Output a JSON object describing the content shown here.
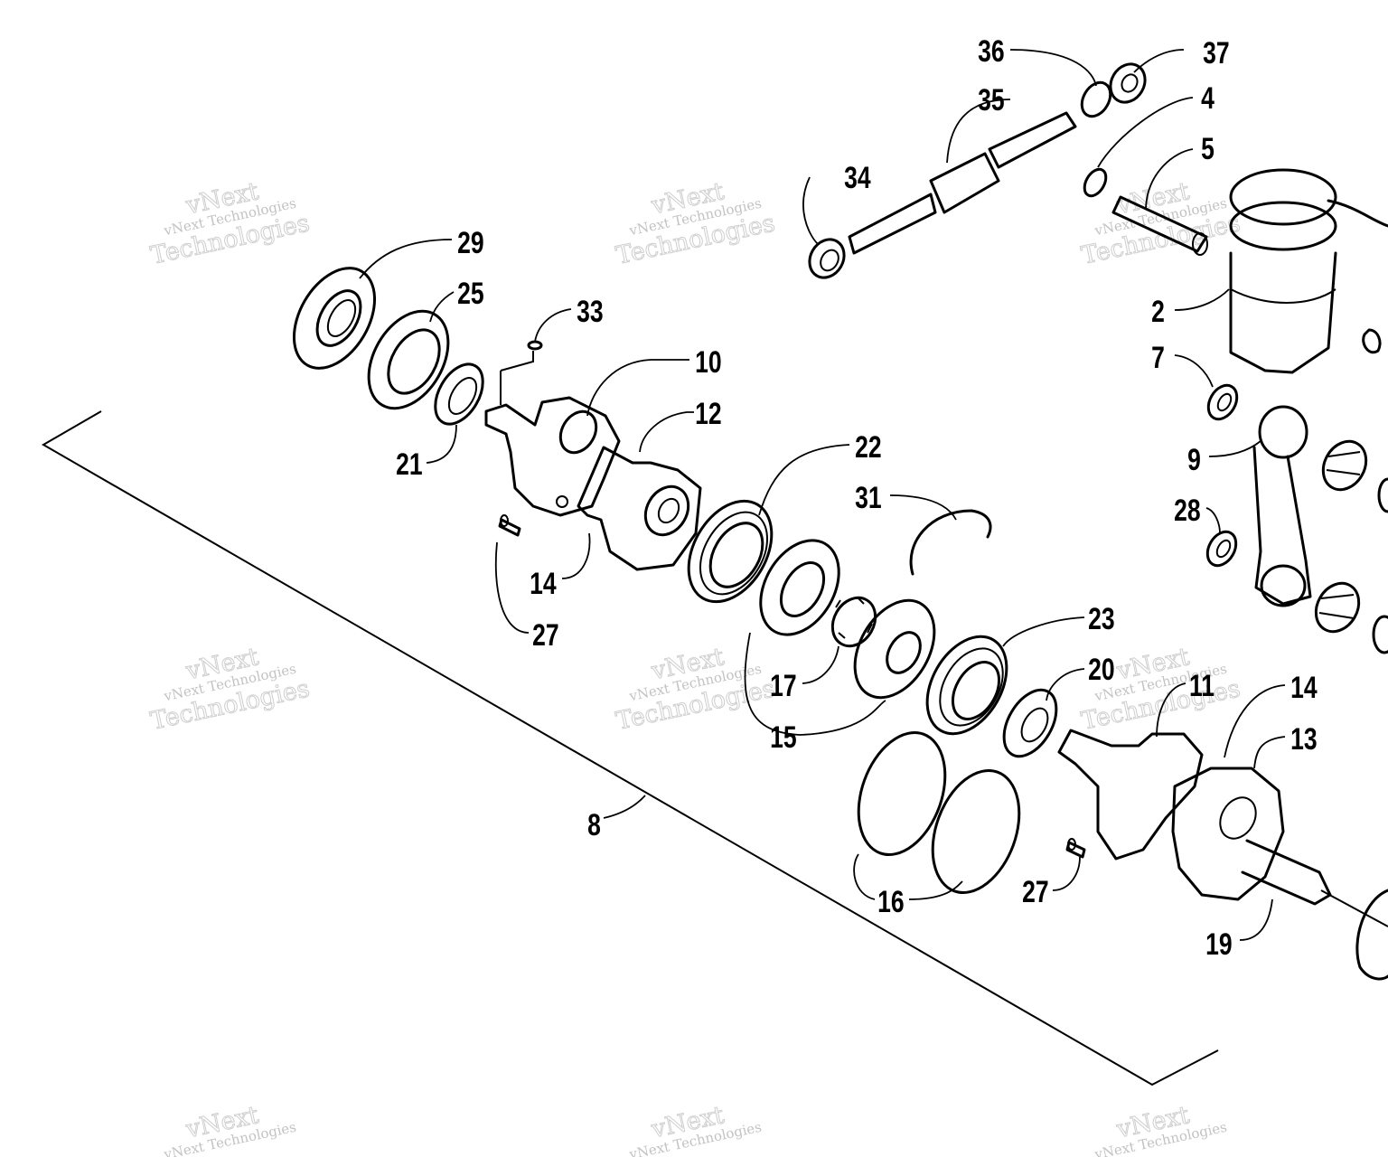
{
  "callouts": [
    {
      "id": "36",
      "text": "36"
    },
    {
      "id": "37",
      "text": "37"
    },
    {
      "id": "35",
      "text": "35"
    },
    {
      "id": "4",
      "text": "4"
    },
    {
      "id": "5",
      "text": "5"
    },
    {
      "id": "34",
      "text": "34"
    },
    {
      "id": "29",
      "text": "29"
    },
    {
      "id": "25",
      "text": "25"
    },
    {
      "id": "33",
      "text": "33"
    },
    {
      "id": "2",
      "text": "2"
    },
    {
      "id": "7",
      "text": "7"
    },
    {
      "id": "10",
      "text": "10"
    },
    {
      "id": "12",
      "text": "12"
    },
    {
      "id": "9",
      "text": "9"
    },
    {
      "id": "21",
      "text": "21"
    },
    {
      "id": "22",
      "text": "22"
    },
    {
      "id": "28",
      "text": "28"
    },
    {
      "id": "31",
      "text": "31"
    },
    {
      "id": "14a",
      "text": "14"
    },
    {
      "id": "27a",
      "text": "27"
    },
    {
      "id": "23",
      "text": "23"
    },
    {
      "id": "17",
      "text": "17"
    },
    {
      "id": "20",
      "text": "20"
    },
    {
      "id": "11",
      "text": "11"
    },
    {
      "id": "14b",
      "text": "14"
    },
    {
      "id": "15",
      "text": "15"
    },
    {
      "id": "13",
      "text": "13"
    },
    {
      "id": "8",
      "text": "8"
    },
    {
      "id": "16",
      "text": "16"
    },
    {
      "id": "27b",
      "text": "27"
    },
    {
      "id": "19",
      "text": "19"
    }
  ],
  "watermark": {
    "line1": "vNext",
    "line2": "vNext Technologies",
    "line3": "Technologies"
  }
}
